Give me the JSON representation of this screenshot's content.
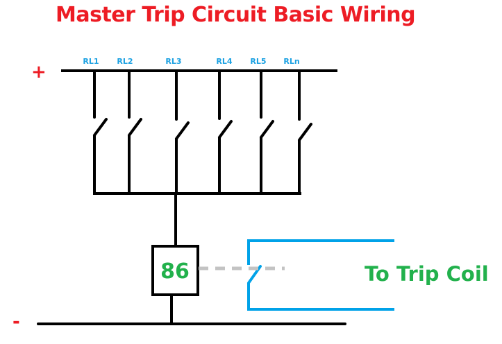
{
  "title": "Master Trip Circuit Basic Wiring",
  "supply": {
    "positive_label": "+",
    "negative_label": "-"
  },
  "relay_contacts": [
    {
      "label": "RL1"
    },
    {
      "label": "RL2"
    },
    {
      "label": "RL3"
    },
    {
      "label": "RL4"
    },
    {
      "label": "RL5"
    },
    {
      "label": "RLn"
    }
  ],
  "master_relay": {
    "label": "86"
  },
  "output": {
    "label": "To Trip Coil"
  },
  "colors": {
    "title": "#ed1c24",
    "relay_labels": "#1ba1e2",
    "wiring": "#000000",
    "trip_circuit": "#00a2e8",
    "mechanical_link": "#c3c3c3",
    "relay_number": "#22b14c",
    "output_label": "#22b14c",
    "polarity": "#ed1c24"
  }
}
